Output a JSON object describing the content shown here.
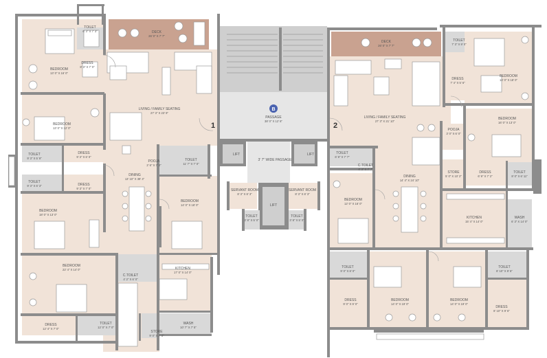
{
  "rooms": [
    {
      "id": "l_toilet_top",
      "name": "TOILET",
      "dim": "6' 3\" X 7' 3\""
    },
    {
      "id": "l_dress_top",
      "name": "DRESS",
      "dim": "8' 3\" X 7' 0\""
    },
    {
      "id": "l_bedroom1",
      "name": "BEDROOM",
      "dim": "13' 0\" X 16' 0\""
    },
    {
      "id": "l_deck",
      "name": "DECK",
      "dim": "26' 0\" X 7' 7\""
    },
    {
      "id": "l_living",
      "name": "LIVING / FAMILY SEATING",
      "dim": "27' 3\" X 23' 9\""
    },
    {
      "id": "l_bedroom2",
      "name": "BEDROOM",
      "dim": "13' 0\" X 12' 0\""
    },
    {
      "id": "l_dress2",
      "name": "DRESS",
      "dim": "9' 3\" X 6' 0\""
    },
    {
      "id": "l_toilet2",
      "name": "TOILET",
      "dim": "9' 3\" X 5' 9\""
    },
    {
      "id": "l_toilet3",
      "name": "TOILET",
      "dim": "9' 3\" X 6' 3\""
    },
    {
      "id": "l_dress3",
      "name": "DRESS",
      "dim": "9' 3\" X 7' 0\""
    },
    {
      "id": "l_pooja",
      "name": "POOJA",
      "dim": "2' 6\" X 7' 0\""
    },
    {
      "id": "l_toilet4",
      "name": "TOILET",
      "dim": "11' 7\" X 7' 0\""
    },
    {
      "id": "l_dining",
      "name": "DINING",
      "dim": "13' 10\" X 39' 4\""
    },
    {
      "id": "l_bedroom3",
      "name": "BEDROOM",
      "dim": "18' 0\" X 13' 0\""
    },
    {
      "id": "l_bedroom4",
      "name": "BEDROOM",
      "dim": "14' 0\" X 18' 0\""
    },
    {
      "id": "l_bedroom5",
      "name": "BEDROOM",
      "dim": "22' 4\" X 14' 0\""
    },
    {
      "id": "l_ctoilet",
      "name": "C.TOILET",
      "dim": "4' 2\" X 6' 0\""
    },
    {
      "id": "l_kitchen",
      "name": "KITCHEN",
      "dim": "17' 0\" X 14' 0\""
    },
    {
      "id": "l_dress4",
      "name": "DRESS",
      "dim": "12' 4\" X 7' 0\""
    },
    {
      "id": "l_toilet5",
      "name": "TOILET",
      "dim": "12' 0\" X 7' 0\""
    },
    {
      "id": "l_wash",
      "name": "WASH",
      "dim": "10' 7\" X 7' 5\""
    },
    {
      "id": "l_store",
      "name": "STORE",
      "dim": "9' 0\" X 7' 0\""
    },
    {
      "id": "c_passage",
      "name": "PASSAGE",
      "dim": "38' 0\" X 12' 8\""
    },
    {
      "id": "c_lift1",
      "name": "LIFT",
      "dim": ""
    },
    {
      "id": "c_lift2",
      "name": "LIFT",
      "dim": ""
    },
    {
      "id": "c_passage2",
      "name": "3' 7\" WIDE PASSAGE",
      "dim": ""
    },
    {
      "id": "c_servant1",
      "name": "SERVANT ROOM",
      "dim": "8' 3\" X 8' 3\""
    },
    {
      "id": "c_servant2",
      "name": "SERVANT ROOM",
      "dim": "8' 3\" X 8' 3\""
    },
    {
      "id": "c_lift3",
      "name": "LIFT",
      "dim": ""
    },
    {
      "id": "c_toilet1",
      "name": "TOILET",
      "dim": "3' 8\" X 5' 0\""
    },
    {
      "id": "c_toilet2",
      "name": "TOILET",
      "dim": "3' 8\" X 5' 0\""
    },
    {
      "id": "r_deck",
      "name": "DECK",
      "dim": "26' 0\" X 7' 7\""
    },
    {
      "id": "r_toilet_top",
      "name": "TOILET",
      "dim": "7' 3\" X 9' 0\""
    },
    {
      "id": "r_dress_top",
      "name": "DRESS",
      "dim": "7' 4\" X 5' 6\""
    },
    {
      "id": "r_bedroom1",
      "name": "BEDROOM",
      "dim": "14' 0\" X 18' 0\""
    },
    {
      "id": "r_living",
      "name": "LIVING / FAMILY SEATING",
      "dim": "27' 3\" X 21' 10\""
    },
    {
      "id": "r_pooja",
      "name": "POOJA",
      "dim": "3' 0\" X 6' 0\""
    },
    {
      "id": "r_bedroom2",
      "name": "BEDROOM",
      "dim": "16' 0\" X 13' 0\""
    },
    {
      "id": "r_toilet2",
      "name": "TOILET",
      "dim": "6' 9\" X 7' 7\""
    },
    {
      "id": "r_ctoilet",
      "name": "C.TOILET",
      "dim": "4' 3\" X 7' 7\""
    },
    {
      "id": "r_store",
      "name": "STORE",
      "dim": "5' 0\" X 10' 2\""
    },
    {
      "id": "r_dress2",
      "name": "DRESS",
      "dim": "6' 9\" X 7' 2\""
    },
    {
      "id": "r_toilet3",
      "name": "TOILET",
      "dim": "8' 0\" X 6' 11\""
    },
    {
      "id": "r_dining",
      "name": "DINING",
      "dim": "14' 4\" X 24' 10\""
    },
    {
      "id": "r_bedroom3",
      "name": "BEDROOM",
      "dim": "12' 0\" X 16' 0\""
    },
    {
      "id": "r_kitchen",
      "name": "KITCHEN",
      "dim": "15' 4\" X 14' 0\""
    },
    {
      "id": "r_wash",
      "name": "WASH",
      "dim": "6' 3\" X 14' 0\""
    },
    {
      "id": "r_toilet4",
      "name": "TOILET",
      "dim": "9' 0\" X 8' 0\""
    },
    {
      "id": "r_dress3",
      "name": "DRESS",
      "dim": "9' 0\" X 9' 0\""
    },
    {
      "id": "r_bedroom4",
      "name": "BEDROOM",
      "dim": "14' 0\" X 19' 0\""
    },
    {
      "id": "r_bedroom5",
      "name": "BEDROOM",
      "dim": "14' 0\" X 19' 0\""
    },
    {
      "id": "r_toilet5",
      "name": "TOILET",
      "dim": "8' 10\" X 9' 6\""
    },
    {
      "id": "r_dress4",
      "name": "DRESS",
      "dim": "8' 10\" X 9' 6\""
    }
  ],
  "units": {
    "left": "1",
    "right": "2"
  },
  "core_badge": "B",
  "colors": {
    "room": "#f1e3d8",
    "wall": "#8c8c8c",
    "wet": "#d9d9d9",
    "deck": "#c9a290",
    "badge": "#4a63b0"
  }
}
